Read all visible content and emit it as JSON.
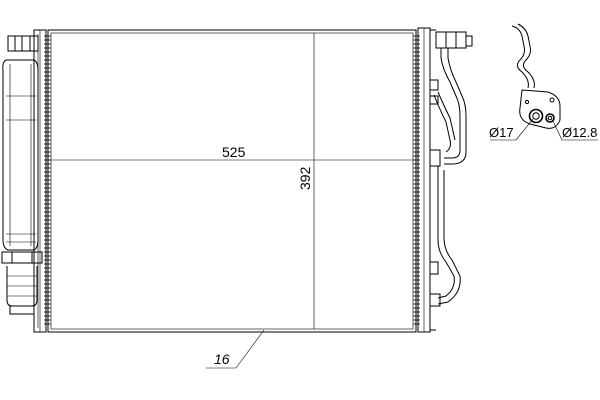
{
  "dimensions": {
    "width": "525",
    "height": "392",
    "thickness": "16"
  },
  "fittings": {
    "diameter_large": "Ø17",
    "diameter_small": "Ø12.8"
  }
}
